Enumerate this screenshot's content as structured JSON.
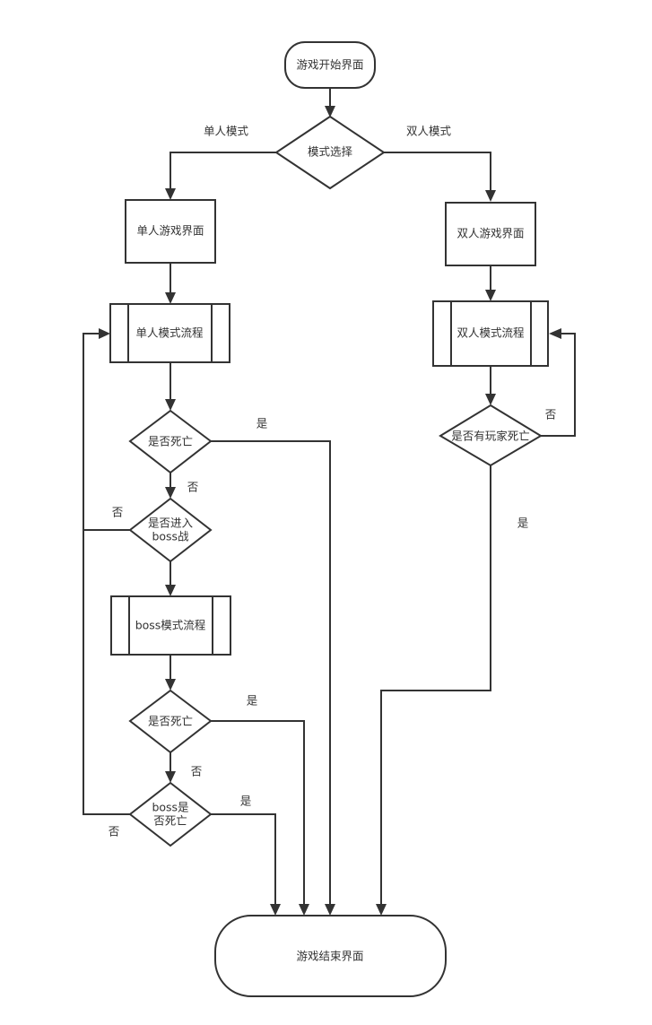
{
  "diagram": {
    "type": "flowchart",
    "nodes": {
      "start": {
        "label": "游戏开始界面",
        "shape": "terminator"
      },
      "mode_select": {
        "label": "模式选择",
        "shape": "decision"
      },
      "single_screen": {
        "label": "单人游戏界面",
        "shape": "process"
      },
      "double_screen": {
        "label": "双人游戏界面",
        "shape": "process"
      },
      "single_flow": {
        "label": "单人模式流程",
        "shape": "predefined-process"
      },
      "double_flow": {
        "label": "双人模式流程",
        "shape": "predefined-process"
      },
      "dead_check_1": {
        "label": "是否死亡",
        "shape": "decision"
      },
      "player_dead_check": {
        "label": "是否有玩家死亡",
        "shape": "decision"
      },
      "enter_boss": {
        "label_lines": [
          "是否进入",
          "boss战"
        ],
        "shape": "decision"
      },
      "boss_flow": {
        "label": "boss模式流程",
        "shape": "predefined-process"
      },
      "dead_check_2": {
        "label": "是否死亡",
        "shape": "decision"
      },
      "boss_dead_check": {
        "label_lines": [
          "boss是",
          "否死亡"
        ],
        "shape": "decision"
      },
      "end": {
        "label": "游戏结束界面",
        "shape": "terminator"
      }
    },
    "edge_labels": {
      "single_mode": "单人模式",
      "double_mode": "双人模式",
      "dead1_yes": "是",
      "dead1_no": "否",
      "enter_boss_no": "否",
      "dead2_yes": "是",
      "dead2_no": "否",
      "boss_dead_yes": "是",
      "boss_dead_no": "否",
      "player_dead_no": "否",
      "player_dead_yes": "是"
    },
    "edges": [
      {
        "from": "start",
        "to": "mode_select"
      },
      {
        "from": "mode_select",
        "to": "single_screen",
        "label": "单人模式"
      },
      {
        "from": "mode_select",
        "to": "double_screen",
        "label": "双人模式"
      },
      {
        "from": "single_screen",
        "to": "single_flow"
      },
      {
        "from": "single_flow",
        "to": "dead_check_1"
      },
      {
        "from": "dead_check_1",
        "to": "end",
        "label": "是"
      },
      {
        "from": "dead_check_1",
        "to": "enter_boss",
        "label": "否"
      },
      {
        "from": "enter_boss",
        "to": "single_flow",
        "label": "否"
      },
      {
        "from": "enter_boss",
        "to": "boss_flow"
      },
      {
        "from": "boss_flow",
        "to": "dead_check_2"
      },
      {
        "from": "dead_check_2",
        "to": "end",
        "label": "是"
      },
      {
        "from": "dead_check_2",
        "to": "boss_dead_check",
        "label": "否"
      },
      {
        "from": "boss_dead_check",
        "to": "end",
        "label": "是"
      },
      {
        "from": "boss_dead_check",
        "to": "single_flow",
        "label": "否"
      },
      {
        "from": "double_screen",
        "to": "double_flow"
      },
      {
        "from": "double_flow",
        "to": "player_dead_check"
      },
      {
        "from": "player_dead_check",
        "to": "double_flow",
        "label": "否"
      },
      {
        "from": "player_dead_check",
        "to": "end",
        "label": "是"
      }
    ]
  }
}
